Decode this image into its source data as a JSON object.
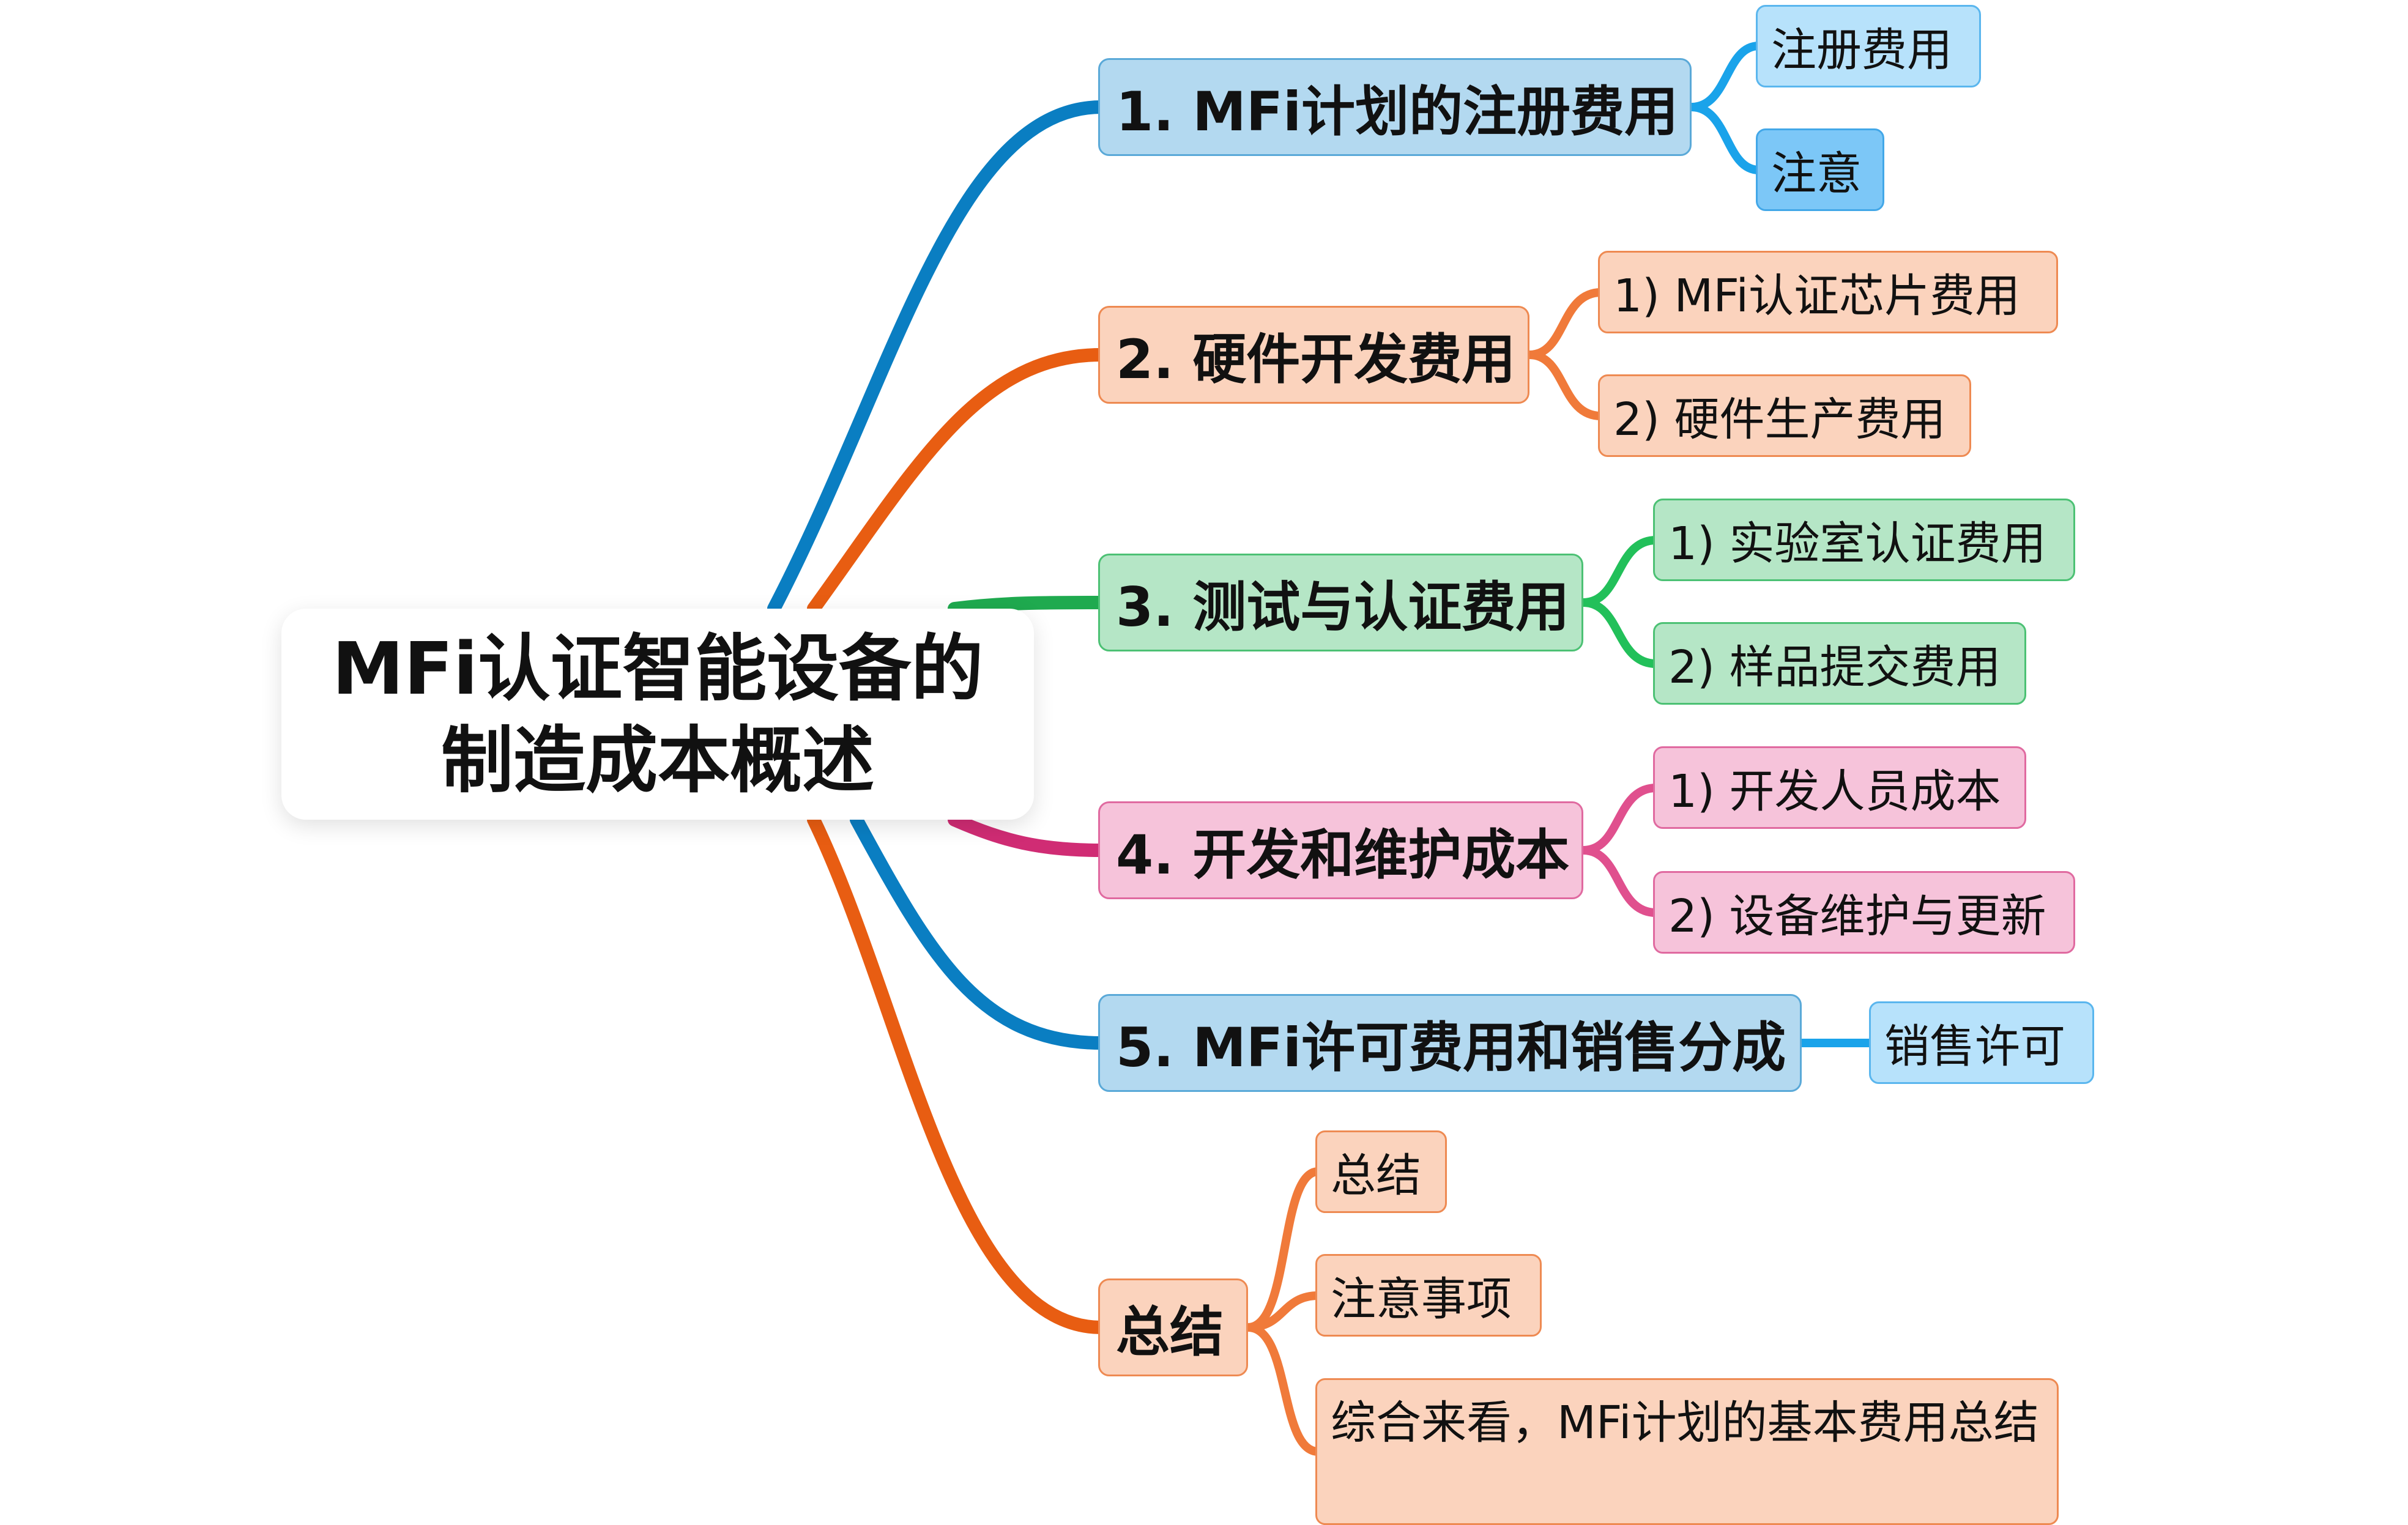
{
  "root": {
    "title": "MFi认证智能设备的制造成本概述"
  },
  "branches": [
    {
      "label": "1. MFi计划的注册费用",
      "children": [
        "注册费用",
        "注意"
      ]
    },
    {
      "label": "2. 硬件开发费用",
      "children": [
        "1) MFi认证芯片费用",
        "2) 硬件生产费用"
      ]
    },
    {
      "label": "3. 测试与认证费用",
      "children": [
        "1) 实验室认证费用",
        "2) 样品提交费用"
      ]
    },
    {
      "label": "4. 开发和维护成本",
      "children": [
        "1) 开发人员成本",
        "2) 设备维护与更新"
      ]
    },
    {
      "label": "5. MFi许可费用和销售分成",
      "children": [
        "销售许可"
      ]
    },
    {
      "label": "总结",
      "children": [
        "总结",
        "注意事项",
        "综合来看，MFi计划的基本费用总结"
      ]
    }
  ],
  "colors": {
    "blue_edge": "#0a7ec2",
    "orange_edge": "#e85d12",
    "green_edge": "#1faa4f",
    "pink_edge": "#d02c74",
    "blue_child_edge": "#1aa3ea",
    "orange_child_edge": "#f07a3a",
    "green_child_edge": "#22c05a",
    "pink_child_edge": "#e0508e"
  }
}
